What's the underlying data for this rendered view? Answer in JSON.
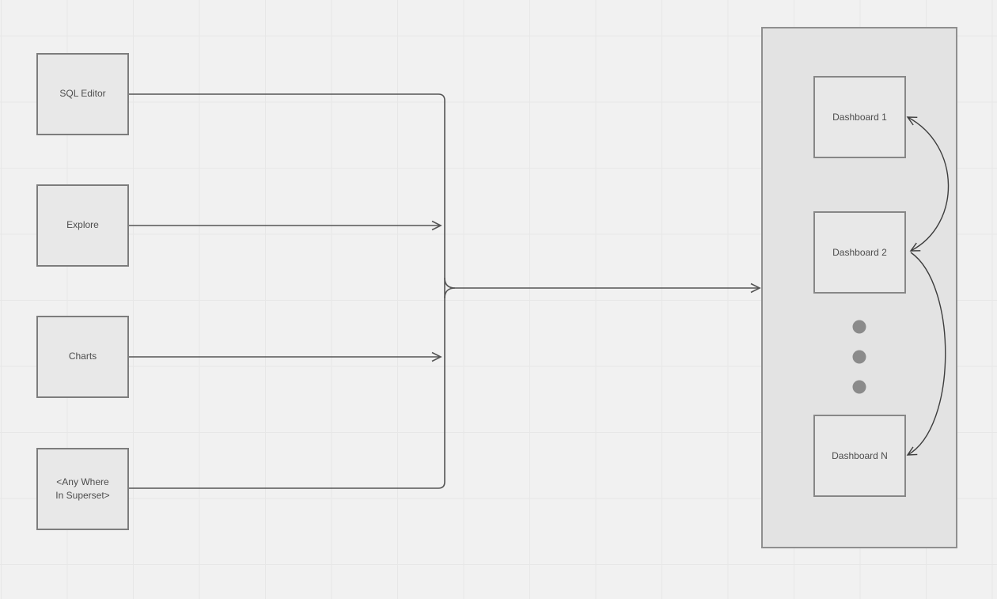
{
  "theme": {
    "canvas_bg": "#f1f1f1",
    "grid_line": "#e7e7e7",
    "node_fill": "#e8e8e8",
    "node_border": "#7d7d7d",
    "container_fill": "#e3e3e3",
    "container_border": "#8f8f8f",
    "inner_node_fill": "#e8e8e8",
    "inner_node_border": "#878787",
    "connector": "#555555",
    "curve_connector": "#3d3d3d",
    "dot_fill": "#8b8b8b",
    "label_color": "#4d4d4d"
  },
  "nodes": {
    "sql_editor": {
      "label": "SQL Editor"
    },
    "explore": {
      "label": "Explore"
    },
    "charts": {
      "label": "Charts"
    },
    "anywhere": {
      "label": "<Any Where In Superset>",
      "lines": [
        "<Any Where",
        "In Superset>"
      ]
    }
  },
  "dashboard_group": {
    "dashboards": [
      {
        "label": "Dashboard 1"
      },
      {
        "label": "Dashboard 2"
      },
      {
        "label": "Dashboard N"
      }
    ],
    "ellipsis_dot_count": 3
  }
}
